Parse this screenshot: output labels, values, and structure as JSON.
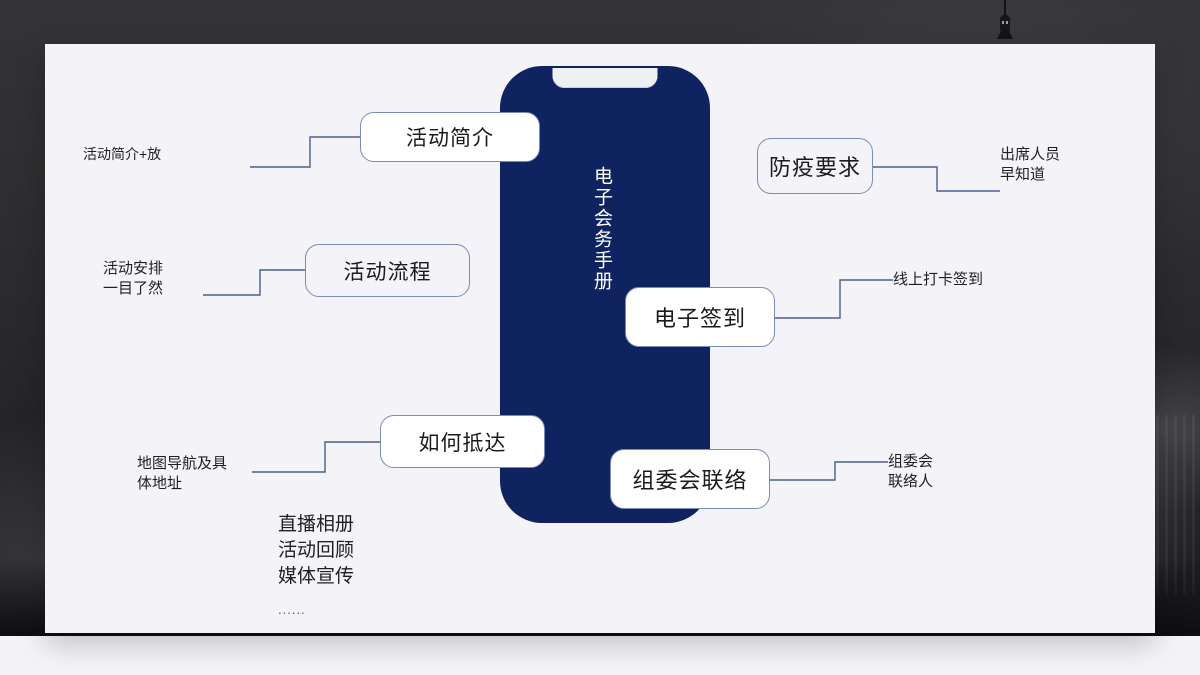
{
  "slide": {
    "background_image": "night-city-backdrop",
    "card_background": "#f4f3f7",
    "accent_color": "#0e2360",
    "line_color": "#4a5e8c",
    "node_border_color": "#7b8cb5"
  },
  "phone": {
    "title": "电子会务手册",
    "body_color": "#0e2360",
    "notch_label": "phone-notch"
  },
  "nodes": [
    {
      "id": "intro",
      "label": "活动简介",
      "fill": "white"
    },
    {
      "id": "flow",
      "label": "活动流程",
      "fill": "soft"
    },
    {
      "id": "arrive",
      "label": "如何抵达",
      "fill": "white"
    },
    {
      "id": "epidemic",
      "label": "防疫要求",
      "fill": "soft"
    },
    {
      "id": "checkin",
      "label": "电子签到",
      "fill": "white"
    },
    {
      "id": "contact",
      "label": "组委会联络",
      "fill": "white"
    }
  ],
  "leaves": [
    {
      "id": "intro-leaf",
      "text": "活动简介+放"
    },
    {
      "id": "flow-leaf",
      "text": "活动安排\n一目了然"
    },
    {
      "id": "arrive-leaf",
      "text": "地图导航及具\n体地址"
    },
    {
      "id": "epidemic-leaf",
      "text": "出席人员\n早知道"
    },
    {
      "id": "checkin-leaf",
      "text": "线上打卡签到"
    },
    {
      "id": "contact-leaf",
      "text": "组委会\n联络人"
    }
  ],
  "extra_list": {
    "items": [
      "直播相册",
      "活动回顾",
      "媒体宣传"
    ],
    "ellipsis": "......"
  }
}
